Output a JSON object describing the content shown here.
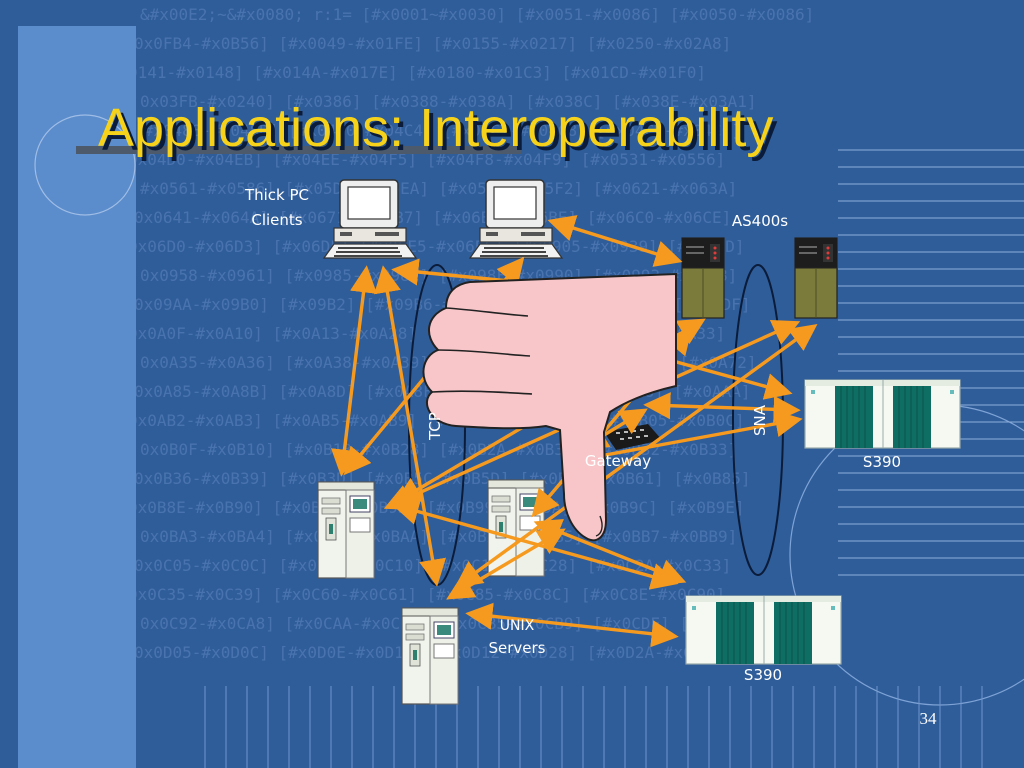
{
  "slide": {
    "title": "Applications: Interoperability",
    "page_number": "34"
  },
  "labels": {
    "thick_pc_line1": "Thick PC",
    "thick_pc_line2": "Clients",
    "as400s": "AS400s",
    "s390_top": "S390",
    "s390_bottom": "S390",
    "unix_line1": "UNIX",
    "unix_line2": "Servers",
    "gateway": "Gateway",
    "tcp": "TCP",
    "sna": "SNA"
  },
  "background_code": [
    "&#x00E2;~&#x0080; r:1= [#x0001~#x0030] [#x0051-#x0086] [#x0050-#x0086]",
    "0x0FB4-#x0B56] [#x0049-#x01FE] [#x0155-#x0217] [#x0250-#x02A8]",
    "0141-#x0148] [#x014A-#x017E] [#x0180-#x01C3] [#x01CD-#x01F0]",
    "0x03FB-#x0240] [#x0386] [#x0388-#x038A] [#x038C] [#x038E-#x03A1]",
    "[#x0488-#x048D] [#x0490-#x04C4] [#x04C7-#x04C8] [#x04CB-#x04CC]",
    "0x04D0-#x04EB] [#x04EE-#x04F5] [#x04F8-#x04F9] [#x0531-#x0556]",
    "#x0561-#x0586] [#x05D0-#x05EA] [#x05F0-#x05F2] [#x0621-#x063A]",
    "0x0641-#x064A] [#x0671-#x06B7] [#x06BA-#x06BE] [#x06C0-#x06CE]",
    "0x06D0-#x06D3] [#x06D5] [#x06E5-#x06E6] [#x0905-#x0939] [#x093D]",
    "0x0958-#x0961] [#x0985-#x098C] [#x098F-#x0990] [#x0993-#x09A8]",
    "0x09AA-#x09B0] [#x09B2] [#x09B6-#x09B9] [#x09DC-#x09DD] [#x09DF]",
    "0x0A0F-#x0A10] [#x0A13-#x0A28] [#x0A2A-#x0A30] [#x0A32-#x0A33]",
    "0x0A35-#x0A36] [#x0A38-#x0A39] [#x0A59-#x0A5C] [#x0A5E] [#x0A72]",
    "0x0A85-#x0A8B] [#x0A8D] [#x0A8F-#x0A91] [#x0A93-#x0AA8] [#x0AAA]",
    "0x0AB2-#x0AB3] [#x0AB5-#x0AB9] [#x0ABD] [#x0AE0] [#x0B05-#x0B0C]",
    "0x0B0F-#x0B10] [#x0B13-#x0B28] [#x0B2A-#x0B30] [#x0B32-#x0B33]",
    "0x0B36-#x0B39] [#x0B3D] [#x0B5C-#x0B5D] [#x0B5F-#x0B61] [#x0B85]",
    "0x0B8E-#x0B90] [#x0B92-#x0B95] [#x0B99-#x0B9A] [#x0B9C] [#x0B9E]",
    "0x0BA3-#x0BA4] [#x0BA8-#x0BAA] [#x0BAE-#x0BB5] [#x0BB7-#x0BB9]",
    "0x0C05-#x0C0C] [#x0C0E-#x0C10] [#x0C12-#x0C28] [#x0C2A-#x0C33]",
    "0x0C35-#x0C39] [#x0C60-#x0C61] [#x0C85-#x0C8C] [#x0C8E-#x0C90]",
    "0x0C92-#x0CA8] [#x0CAA-#x0CB3] [#x0CB5-#x0CB9] [#x0CDE] [#x0CE0]",
    "0x0D05-#x0D0C] [#x0D0E-#x0D10] [#x0D12-#x0D28] [#x0D2A-#x0D39]"
  ],
  "colors": {
    "background": "#2f5d99",
    "title": "#f7d21b",
    "arrow": "#f59a1e",
    "hand": "#f8c6c9",
    "as400": "#7b7b3b",
    "s390_door": "#0f6e63"
  }
}
